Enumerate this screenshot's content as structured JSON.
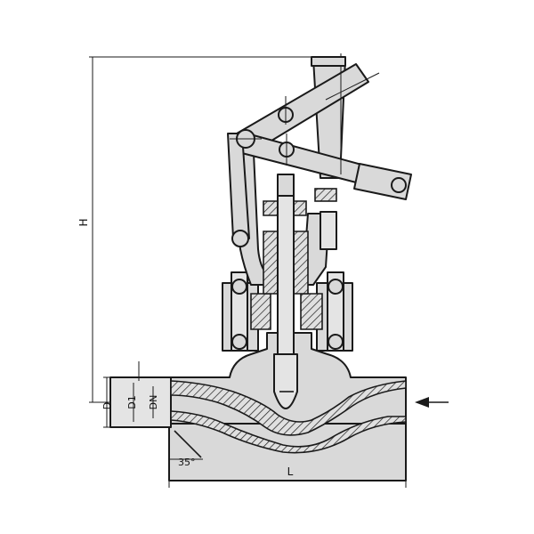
{
  "labels": {
    "height": "H",
    "length": "L",
    "outer_diameter": "D",
    "bore_d1": "D1",
    "bore_dn": "DN",
    "angle": "35°"
  },
  "colors": {
    "body_fill": "#d9d9d9",
    "stroke": "#1a1a1a",
    "background": "#ffffff"
  },
  "icons": {
    "flow_arrow": "arrow-left-icon"
  }
}
